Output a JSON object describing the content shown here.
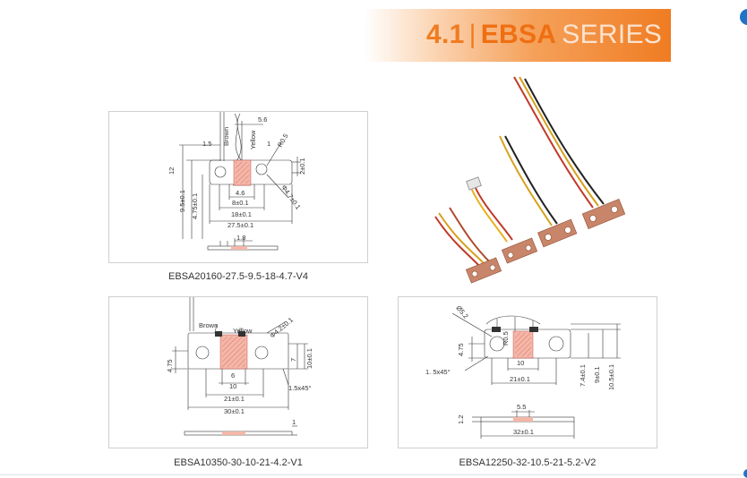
{
  "header": {
    "number": "4.1",
    "separator": "|",
    "brand": "EBSA",
    "series": "SERIES"
  },
  "diagrams": [
    {
      "caption": "EBSA20160-27.5-9.5-18-4.7-V4",
      "dims": {
        "d56": "5.6",
        "d15": "1.5",
        "d1": "1",
        "r05": "R0.5",
        "d12": "12",
        "d95": "9.5±0.1",
        "d475": "4.75±0.1",
        "d46": "4.6",
        "d8": "8±0.1",
        "d18": "18±0.1",
        "d275": "27.5±0.1",
        "d2": "2±0.1",
        "phi": "Φ4.7±0.1",
        "d18b": "1.8"
      },
      "wires": {
        "brown": "Brown",
        "yellow": "Yellow"
      }
    },
    {
      "caption": "EBSA10350-30-10-21-4.2-V1",
      "dims": {
        "phi": "Φ4.2±0.1",
        "d475": "4.75",
        "d7": "7",
        "d10a": "10±0.1",
        "d6": "6",
        "d10": "10",
        "d21": "21±0.1",
        "d30": "30±0.1",
        "chamfer": "1.5x45°",
        "d1": "1"
      },
      "wires": {
        "brown": "Brown",
        "yellow": "Yellow"
      }
    },
    {
      "caption": "EBSA12250-32-10.5-21-5.2-V2",
      "dims": {
        "phi": "Ø5.2",
        "d475": "4.75",
        "r05": "R0.5",
        "chamfer": "1. 5x45°",
        "d10": "10",
        "d21": "21±0.1",
        "d74": "7.4±0.1",
        "d9": "9±0.1",
        "d105": "10.5±0.1",
        "d55": "5.5",
        "d12": "1.2",
        "d32": "32±0.1"
      }
    }
  ]
}
